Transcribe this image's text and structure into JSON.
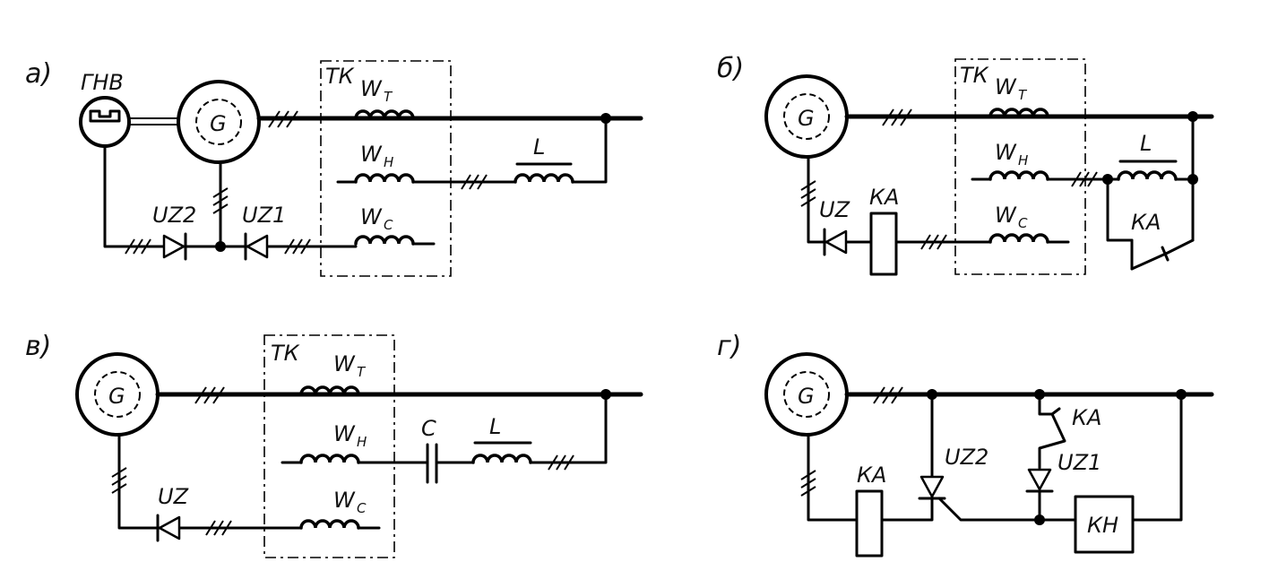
{
  "panels": {
    "a": {
      "label": "а)",
      "exciter": "ГНВ",
      "generator": "G",
      "box": "ТК",
      "wt": {
        "main": "W",
        "sub": "Т"
      },
      "wh": {
        "main": "W",
        "sub": "Н"
      },
      "wc": {
        "main": "W",
        "sub": "С"
      },
      "inductor": "L",
      "diode1": "UZ2",
      "diode2": "UZ1"
    },
    "b": {
      "label": "б)",
      "generator": "G",
      "box": "ТК",
      "wt": {
        "main": "W",
        "sub": "Т"
      },
      "wh": {
        "main": "W",
        "sub": "Н"
      },
      "wc": {
        "main": "W",
        "sub": "С"
      },
      "inductor": "L",
      "relay": "КА",
      "contact": "КА",
      "diode": "UZ"
    },
    "v": {
      "label": "в)",
      "generator": "G",
      "box": "ТК",
      "wt": {
        "main": "W",
        "sub": "Т"
      },
      "wh": {
        "main": "W",
        "sub": "Н"
      },
      "wc": {
        "main": "W",
        "sub": "С"
      },
      "capacitor": "C",
      "inductor": "L",
      "diode": "UZ"
    },
    "g": {
      "label": "г)",
      "generator": "G",
      "relay": "КА",
      "contact": "КА",
      "diode1": "UZ2",
      "diode2": "UZ1",
      "block": "КН"
    }
  }
}
